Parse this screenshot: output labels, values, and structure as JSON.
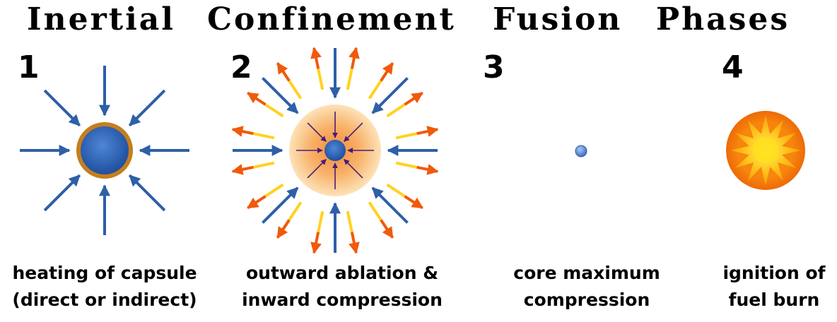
{
  "title": {
    "word1": "Inertial",
    "word2": "Confinement",
    "word3": "Fusion",
    "word4": "Phases"
  },
  "phases": [
    {
      "number": "1",
      "caption_line1": "heating of capsule",
      "caption_line2": "(direct or indirect)"
    },
    {
      "number": "2",
      "caption_line1": "outward ablation &",
      "caption_line2": "inward compression"
    },
    {
      "number": "3",
      "caption_line1": "core maximum",
      "caption_line2": "compression"
    },
    {
      "number": "4",
      "caption_line1": "ignition of",
      "caption_line2": "fuel burn"
    }
  ],
  "colors": {
    "inward_arrow": "#2e5fa8",
    "capsule_shell": "#c47f1e",
    "capsule_core": "#2a5bb0",
    "ablation_arrow_start": "#ffd21f",
    "ablation_arrow_end": "#f05a0a",
    "compression_arrow": "#4a1a7a",
    "plasma_glow": "#f7a64a",
    "ignition_outer": "#f47a0c",
    "ignition_inner": "#ffe11a"
  }
}
